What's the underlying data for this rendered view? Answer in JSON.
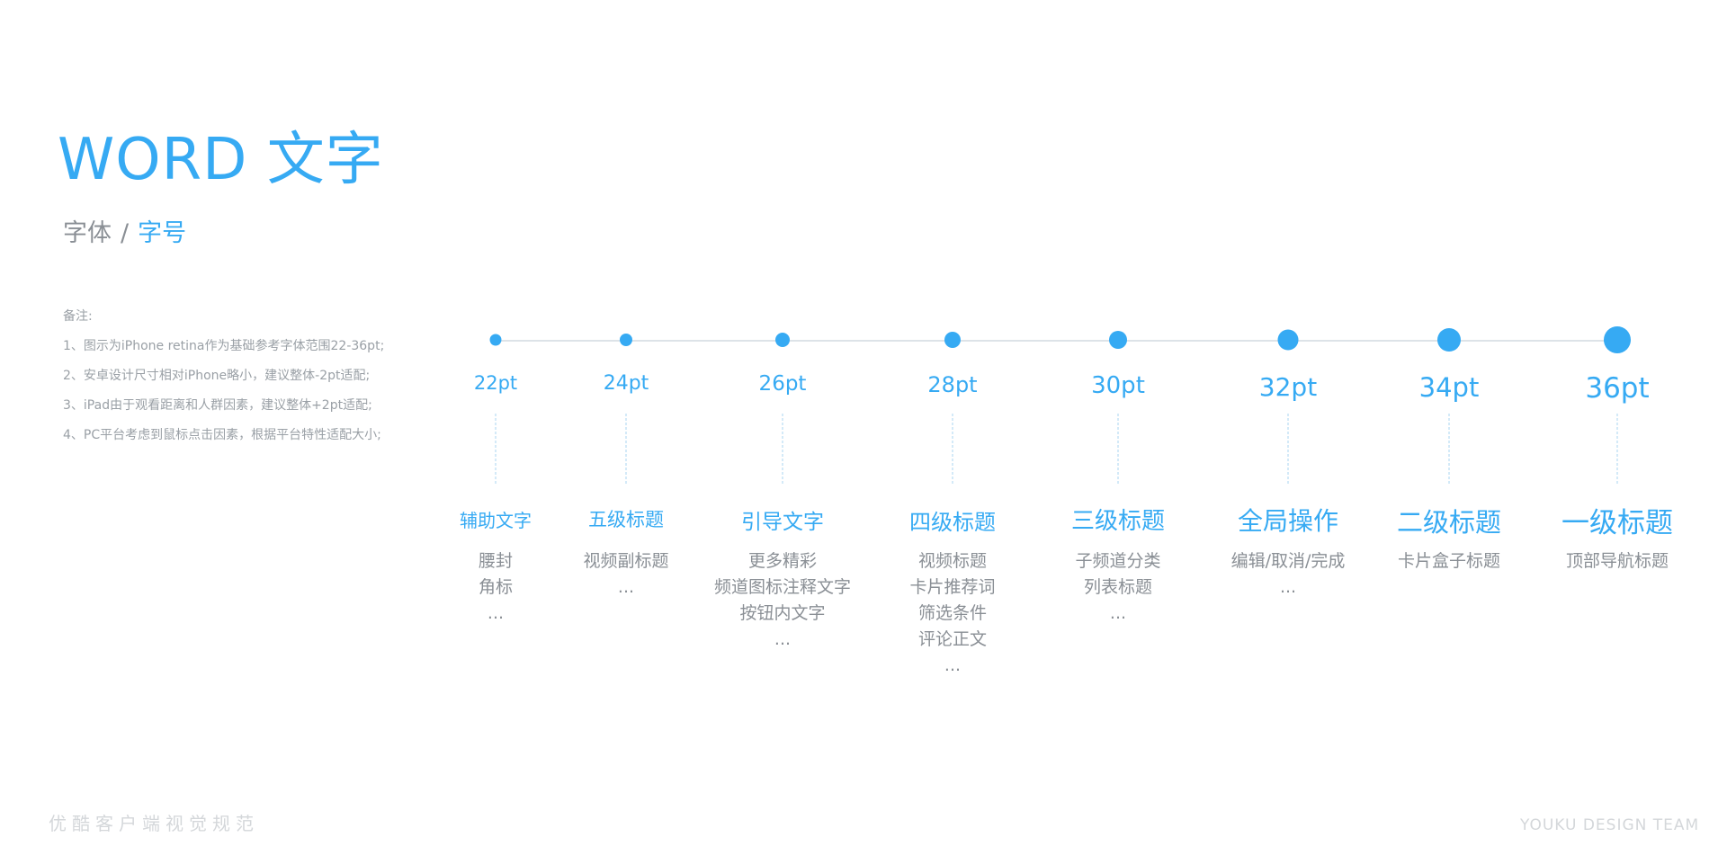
{
  "title": "WORD 文字",
  "subtitle": {
    "font_label": "字体",
    "separator": "/",
    "size_label": "字号"
  },
  "notes": {
    "heading": "备注:",
    "lines": [
      "1、图示为iPhone retina作为基础参考字体范围22-36pt;",
      "2、安卓设计尺寸相对iPhone略小，建议整体-2pt适配;",
      "3、iPad由于观看距离和人群因素，建议整体+2pt适配;",
      "4、PC平台考虑到鼠标点击因素，根据平台特性适配大小;"
    ]
  },
  "sizes": [
    {
      "size": "22pt",
      "category": "辅助文字",
      "examples": [
        "腰封",
        "角标",
        "..."
      ]
    },
    {
      "size": "24pt",
      "category": "五级标题",
      "examples": [
        "视频副标题",
        "..."
      ]
    },
    {
      "size": "26pt",
      "category": "引导文字",
      "examples": [
        "更多精彩",
        "频道图标注释文字",
        "按钮内文字",
        "..."
      ]
    },
    {
      "size": "28pt",
      "category": "四级标题",
      "examples": [
        "视频标题",
        "卡片推荐词",
        "筛选条件",
        "评论正文",
        "..."
      ]
    },
    {
      "size": "30pt",
      "category": "三级标题",
      "examples": [
        "子频道分类",
        "列表标题",
        "..."
      ]
    },
    {
      "size": "32pt",
      "category": "全局操作",
      "examples": [
        "编辑/取消/完成",
        "..."
      ]
    },
    {
      "size": "34pt",
      "category": "二级标题",
      "examples": [
        "卡片盒子标题"
      ]
    },
    {
      "size": "36pt",
      "category": "一级标题",
      "examples": [
        "顶部导航标题"
      ]
    }
  ],
  "footer": {
    "left": "优酷客户端视觉规范",
    "right": "YOUKU DESIGN TEAM"
  },
  "colors": {
    "accent": "#36aaf3",
    "gray_text": "#8a8f95",
    "light_text": "#9aa0a6",
    "footer_text": "#d4d7da",
    "connector": "#a9d4f2"
  }
}
